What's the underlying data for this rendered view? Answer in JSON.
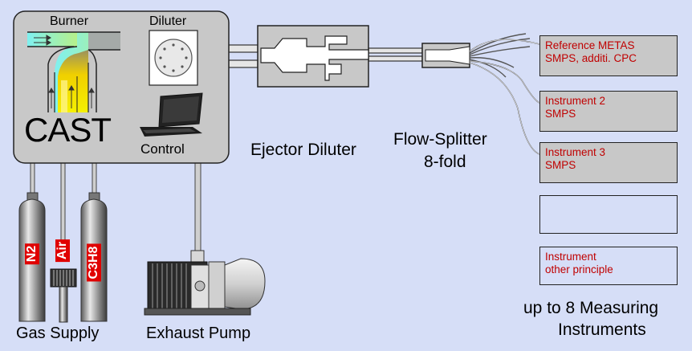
{
  "cast": {
    "burner_label": "Burner",
    "diluter_label": "Diluter",
    "title": "CAST",
    "control_label": "Control"
  },
  "ejector_label": "Ejector Diluter",
  "splitter_label_line1": "Flow-Splitter",
  "splitter_label_line2": "8-fold",
  "instruments": [
    {
      "line1": "Reference METAS",
      "line2": "SMPS, additi. CPC"
    },
    {
      "line1": "Instrument 2",
      "line2": "SMPS"
    },
    {
      "line1": "Instrument 3",
      "line2": "SMPS"
    },
    {
      "line1": "",
      "line2": ""
    },
    {
      "line1": "Instrument",
      "line2": "other principle"
    }
  ],
  "measuring_label_line1": "up to 8 Measuring",
  "measuring_label_line2": "Instruments",
  "gas_supply_label": "Gas Supply",
  "exhaust_pump_label": "Exhaust Pump",
  "gases": {
    "n2": "N2",
    "air": "Air",
    "c3h8": "C3H8"
  },
  "colors": {
    "background": "#d6def7",
    "box_fill": "#c8c8c8",
    "instrument_text": "#c00000",
    "flame_yellow": "#f2e600",
    "flow_cyan": "#7ff0f0",
    "flow_green": "#b6f08a"
  }
}
